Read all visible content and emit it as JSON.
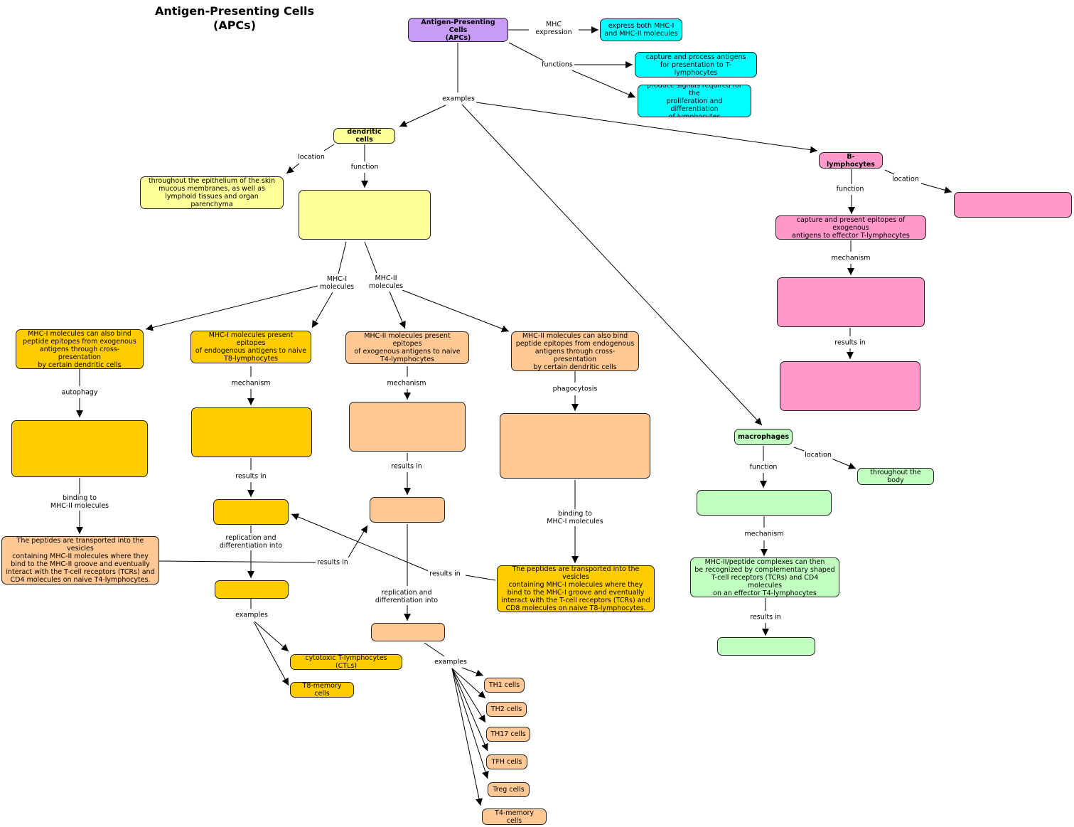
{
  "title": "Antigen-Presenting Cells\n(APCs)",
  "colors": {
    "root": "#c89cf6",
    "apc_detail": "#00ffff",
    "dendritic_light": "#ffff99",
    "mhc1": "#ffcc00",
    "mhc2": "#ffc895",
    "b_cell": "#ff99cc",
    "macrophage": "#c0ffc0"
  },
  "nodes": [
    {
      "id": "apc",
      "text": "Antigen-Presenting Cells\n(APCs)",
      "color": "root",
      "bold": true
    },
    {
      "id": "apc_mhc",
      "text": "express both MHC-I\nand MHC-II molecules",
      "color": "apc_detail"
    },
    {
      "id": "apc_f1",
      "text": "capture and process antigens\nfor presentation to T-lymphocytes",
      "color": "apc_detail"
    },
    {
      "id": "apc_f2",
      "text": "produce signals required for the\nproliferation and differentiation\nof lymphocytes",
      "color": "apc_detail"
    },
    {
      "id": "dc",
      "text": "dendritic cells",
      "color": "dendritic_light",
      "bold": true
    },
    {
      "id": "dc_loc",
      "text": "throughout the epithelium of the skin\nmucous membranes, as well as\nlymphoid tissues and organ parenchyma",
      "color": "dendritic_light"
    },
    {
      "id": "dc_func",
      "text": "",
      "color": "dendritic_light"
    },
    {
      "id": "m1x",
      "text": "MHC-I molecules can also bind\npeptide epitopes from exogenous\nantigens through cross-presentation\nby certain dendritic cells",
      "color": "mhc1"
    },
    {
      "id": "m1p",
      "text": "MHC-I molecules present epitopes\nof endogenous antigens to naive\nT8-lymphocytes",
      "color": "mhc1"
    },
    {
      "id": "m2p",
      "text": "MHC-II molecules present epitopes\nof exogenous antigens to naive\nT4-lymphocytes",
      "color": "mhc2"
    },
    {
      "id": "m2x",
      "text": "MHC-II molecules can also bind\npeptide epitopes from endogenous\nantigens through cross-presentation\nby certain dendritic cells",
      "color": "mhc2"
    },
    {
      "id": "auto_box",
      "text": "",
      "color": "mhc1"
    },
    {
      "id": "m1_mech",
      "text": "",
      "color": "mhc1"
    },
    {
      "id": "m2_mech",
      "text": "",
      "color": "mhc2"
    },
    {
      "id": "phago_box",
      "text": "",
      "color": "mhc2"
    },
    {
      "id": "m1_res",
      "text": "",
      "color": "mhc1"
    },
    {
      "id": "m2_res",
      "text": "",
      "color": "mhc2"
    },
    {
      "id": "pep2",
      "text": "The peptides are transported into the vesicles\ncontaining MHC-II molecules where they\nbind to the MHC-II groove and eventually\ninteract with the T-cell receptors (TCRs) and\nCD4 molecules on naive T4-lymphocytes.",
      "color": "mhc2"
    },
    {
      "id": "pep1",
      "text": "The peptides are transported into the vesicles\ncontaining MHC-I molecules where they\nbind to the MHC-I groove and eventually\ninteract with the T-cell receptors (TCRs) and\nCD8 molecules on naive T8-lymphocytes.",
      "color": "mhc1"
    },
    {
      "id": "t8_diff",
      "text": "",
      "color": "mhc1"
    },
    {
      "id": "t4_diff",
      "text": "",
      "color": "mhc2"
    },
    {
      "id": "ctl",
      "text": "cytotoxic T-lymphocytes (CTLs)",
      "color": "mhc1"
    },
    {
      "id": "t8mem",
      "text": "T8-memory cells",
      "color": "mhc1"
    },
    {
      "id": "th1",
      "text": "TH1 cells",
      "color": "mhc2"
    },
    {
      "id": "th2",
      "text": "TH2 cells",
      "color": "mhc2"
    },
    {
      "id": "th17",
      "text": "TH17 cells",
      "color": "mhc2"
    },
    {
      "id": "tfh",
      "text": "TFH cells",
      "color": "mhc2"
    },
    {
      "id": "treg",
      "text": "Treg cells",
      "color": "mhc2"
    },
    {
      "id": "t4mem",
      "text": "T4-memory cells",
      "color": "mhc2"
    },
    {
      "id": "bl",
      "text": "B-lymphocytes",
      "color": "b_cell",
      "bold": true
    },
    {
      "id": "bl_loc",
      "text": "",
      "color": "b_cell"
    },
    {
      "id": "bl_func",
      "text": "capture and present epitopes of exogenous\nantigens to effector T-lymphocytes",
      "color": "b_cell"
    },
    {
      "id": "bl_mech",
      "text": "",
      "color": "b_cell"
    },
    {
      "id": "bl_res",
      "text": "",
      "color": "b_cell"
    },
    {
      "id": "mac",
      "text": "macrophages",
      "color": "macrophage",
      "bold": true
    },
    {
      "id": "mac_loc",
      "text": "throughout the body",
      "color": "macrophage"
    },
    {
      "id": "mac_func",
      "text": "",
      "color": "macrophage"
    },
    {
      "id": "mac_mech",
      "text": "MHC-II/peptide complexes can then\nbe recognized by complementary shaped\nT-cell receptors (TCRs) and CD4 molecules\non an effector T4-lymphocytes",
      "color": "macrophage"
    },
    {
      "id": "mac_res",
      "text": "",
      "color": "macrophage"
    }
  ],
  "links": [
    {
      "id": "l_mhcexp",
      "text": "MHC\nexpression"
    },
    {
      "id": "l_functions",
      "text": "functions"
    },
    {
      "id": "l_examples",
      "text": "examples"
    },
    {
      "id": "l_dc_loc",
      "text": "location"
    },
    {
      "id": "l_dc_func",
      "text": "function"
    },
    {
      "id": "l_mhc1",
      "text": "MHC-I\nmolecules"
    },
    {
      "id": "l_mhc2",
      "text": "MHC-II\nmolecules"
    },
    {
      "id": "l_autophagy",
      "text": "autophagy"
    },
    {
      "id": "l_m1_mech",
      "text": "mechanism"
    },
    {
      "id": "l_m2_mech",
      "text": "mechanism"
    },
    {
      "id": "l_phago",
      "text": "phagocytosis"
    },
    {
      "id": "l_m1_res",
      "text": "results in"
    },
    {
      "id": "l_m2_res",
      "text": "results in"
    },
    {
      "id": "l_bind2",
      "text": "binding to\nMHC-II molecules"
    },
    {
      "id": "l_bind1",
      "text": "binding to\nMHC-I molecules"
    },
    {
      "id": "l_m1_diff",
      "text": "replication and\ndifferentiation into"
    },
    {
      "id": "l_m2_diff",
      "text": "replication and\ndifferentiation into"
    },
    {
      "id": "l_pep2_res",
      "text": "results in"
    },
    {
      "id": "l_pep1_res",
      "text": "results in"
    },
    {
      "id": "l_t8_ex",
      "text": "examples"
    },
    {
      "id": "l_t4_ex",
      "text": "examples"
    },
    {
      "id": "l_bl_func",
      "text": "function"
    },
    {
      "id": "l_bl_loc",
      "text": "location"
    },
    {
      "id": "l_bl_mech",
      "text": "mechanism"
    },
    {
      "id": "l_bl_res",
      "text": "results in"
    },
    {
      "id": "l_mac_func",
      "text": "function"
    },
    {
      "id": "l_mac_loc",
      "text": "location"
    },
    {
      "id": "l_mac_mech",
      "text": "mechanism"
    },
    {
      "id": "l_mac_res",
      "text": "results in"
    }
  ]
}
